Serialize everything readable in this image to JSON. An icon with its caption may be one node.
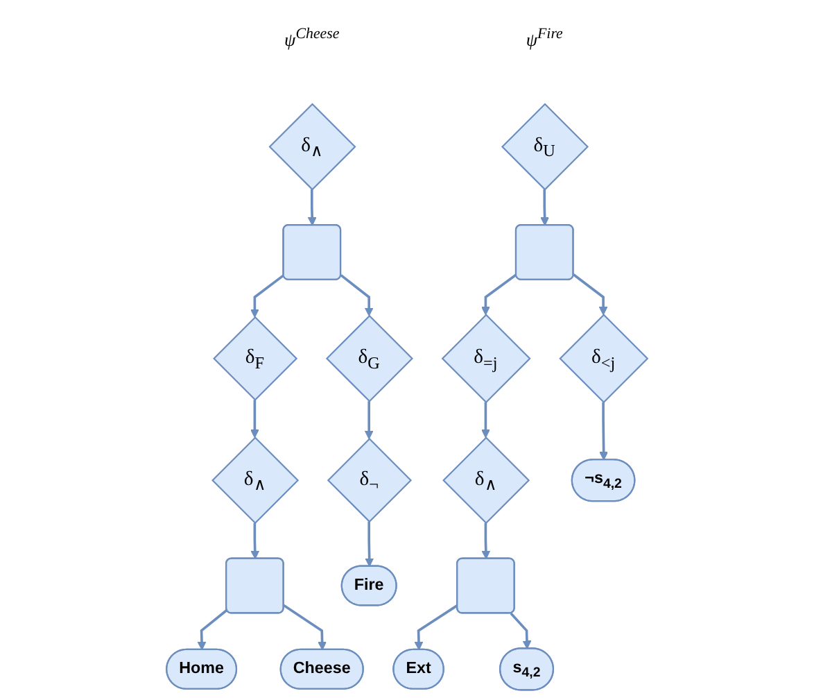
{
  "diagram": {
    "nodes": [
      {
        "text": [
          "δ$_{∧}$"
        ],
        "beside": [
          "ψ$^{Cheese}$"
        ]
      },
      {
        "text": [],
        "shape": "box"
      },
      {
        "text": [
          "δ$_{F}$"
        ]
      },
      {
        "text": [
          "δ$_{G}$"
        ]
      },
      {
        "text": [
          "δ$_{∧}$"
        ]
      },
      {
        "text": [
          "δ$_{¬}$"
        ]
      },
      {
        "text": [],
        "shape": "box"
      },
      {
        "text": [
          "Fire"
        ]
      },
      {
        "text": [
          "Home"
        ]
      },
      {
        "text": [
          "Cheese"
        ]
      },
      {
        "text": [
          "δ$_{U}$"
        ],
        "beside": [
          "ψ$^{Fire}$"
        ]
      },
      {
        "text": [],
        "shape": "box"
      },
      {
        "text": [
          "δ$_{=j}$"
        ]
      },
      {
        "text": [
          "δ$_{<j}$"
        ]
      },
      {
        "text": [
          "δ$_{∧}$"
        ]
      },
      {
        "text": [
          "¬s$_{4,2}$"
        ]
      },
      {
        "text": [],
        "shape": "box"
      },
      {
        "text": [
          "Ext"
        ]
      },
      {
        "text": [
          "s$_{4,2}$"
        ]
      }
    ],
    "edges": [
      {
        "from": 0,
        "to": 1,
        "arrow": "to"
      },
      {
        "from": 1,
        "to": 2,
        "arrow": "to"
      },
      {
        "from": 1,
        "to": 3,
        "arrow": "to"
      },
      {
        "from": 2,
        "to": 4,
        "arrow": "to"
      },
      {
        "from": 3,
        "to": 5,
        "arrow": "to"
      },
      {
        "from": 4,
        "to": 6,
        "arrow": "to"
      },
      {
        "from": 5,
        "to": 7,
        "arrow": "to"
      },
      {
        "from": 6,
        "to": 8,
        "arrow": "to"
      },
      {
        "from": 6,
        "to": 9,
        "arrow": "to"
      },
      {
        "from": 10,
        "to": 11,
        "arrow": "to"
      },
      {
        "from": 11,
        "to": 12,
        "arrow": "to"
      },
      {
        "from": 11,
        "to": 13,
        "arrow": "to"
      },
      {
        "from": 12,
        "to": 14,
        "arrow": "to"
      },
      {
        "from": 13,
        "to": 15,
        "arrow": "to"
      },
      {
        "from": 14,
        "to": 16,
        "arrow": "to"
      },
      {
        "from": 16,
        "to": 17,
        "arrow": "to"
      },
      {
        "from": 16,
        "to": 18,
        "arrow": "to"
      }
    ]
  }
}
